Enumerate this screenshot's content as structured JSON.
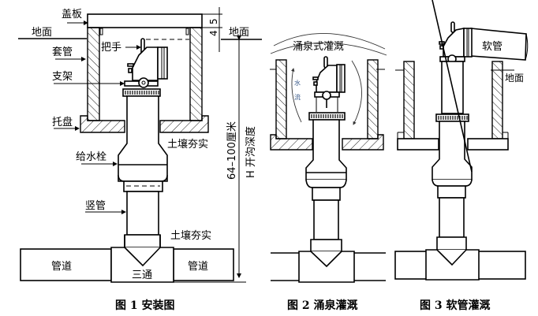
{
  "figures": [
    {
      "id": "fig1",
      "caption": "图 1  安装图",
      "labels": {
        "cover_plate": "盖板",
        "ground_left": "地面",
        "ground_right": "地面",
        "sleeve": "套管",
        "handle": "把手",
        "bracket": "支架",
        "tray": "托盘",
        "soil_compacted_upper": "土壤夯实",
        "hydrant": "给水栓",
        "riser": "竖管",
        "soil_compacted_lower": "土壤夯实",
        "pipe_left": "管道",
        "pipe_right": "管道",
        "tee": "三通"
      },
      "dimensions": {
        "cover_thickness": "5",
        "gap_below_ground": "4",
        "depth_range": "64–100厘米",
        "depth_label": "H 开沟深度"
      }
    },
    {
      "id": "fig2",
      "caption": "图 2  涌泉灌溉",
      "labels": {
        "title": "涌泉式灌溉",
        "water_flow": [
          "水",
          "流"
        ]
      }
    },
    {
      "id": "fig3",
      "caption": "图 3  软管灌溉",
      "labels": {
        "hose": "软管",
        "ground": "地面"
      }
    }
  ],
  "colors": {
    "line": "#000000",
    "background": "#ffffff",
    "water_flow_text": "#3a5a8a"
  }
}
